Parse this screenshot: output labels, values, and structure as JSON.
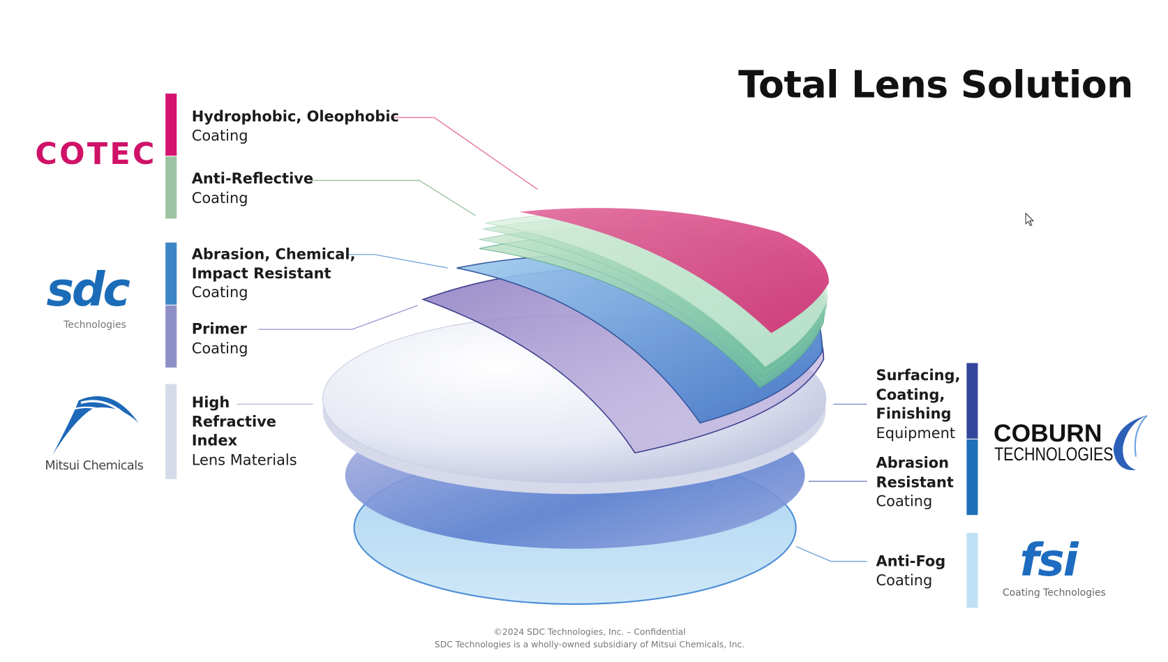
{
  "title": "Total Lens Solution",
  "left_groups": [
    {
      "company": "COTEC",
      "layers": [
        {
          "bold": "Hydrophobic, Oleophobic",
          "sub": "Coating",
          "color": "#d4136f"
        },
        {
          "bold": "Anti-Reflective",
          "sub": "Coating",
          "color": "#9cc4a2"
        }
      ]
    },
    {
      "company": "sdc",
      "company_sub": "Technologies",
      "layers": [
        {
          "bold1": "Abrasion, Chemical,",
          "bold2": "Impact Resistant",
          "sub": "Coating",
          "color": "#3d86c6"
        },
        {
          "bold": "Primer",
          "sub": "Coating",
          "color": "#8f8fc7"
        }
      ]
    },
    {
      "company": "Mitsui Chemicals",
      "layers": [
        {
          "bold1": "High",
          "bold2": "Refractive",
          "bold3": "Index",
          "sub": "Lens Materials",
          "color": "#d6dbe9"
        }
      ]
    }
  ],
  "right_groups": [
    {
      "company": "COBURN",
      "company_sub": "TECHNOLOGIES",
      "layers": [
        {
          "bold1": "Surfacing,",
          "bold2": "Coating,",
          "bold3": "Finishing",
          "sub": "Equipment",
          "color": "#34469c"
        },
        {
          "bold1": "Abrasion",
          "bold2": "Resistant",
          "sub": "Coating",
          "color": "#1f6fb8"
        }
      ]
    },
    {
      "company": "fsi",
      "company_sub": "Coating Technologies",
      "layers": [
        {
          "bold": "Anti-Fog",
          "sub": "Coating",
          "color": "#bfe0f5"
        }
      ]
    }
  ],
  "footer": {
    "line1": "©2024 SDC Technologies, Inc. – Confidential",
    "line2": "SDC Technologies is a wholly-owned subsidiary of Mitsui Chemicals, Inc."
  }
}
